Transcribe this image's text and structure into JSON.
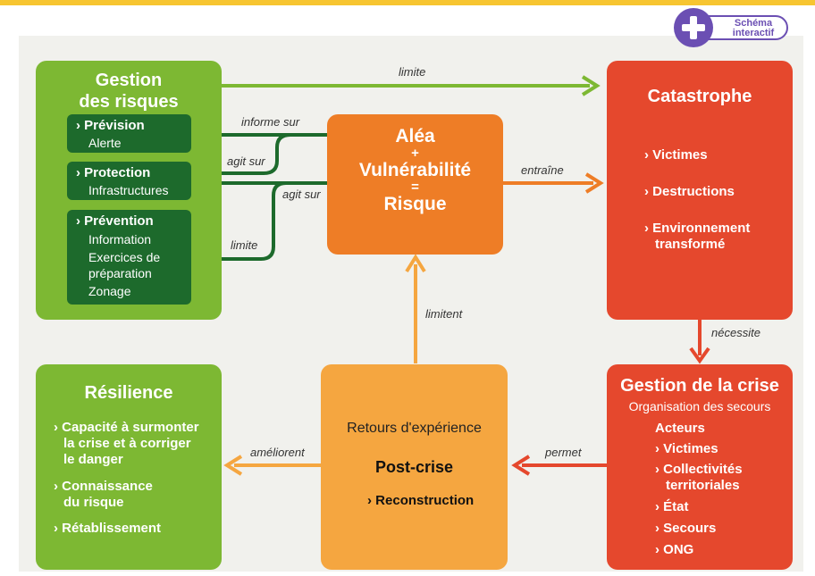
{
  "badge": {
    "line1": "Schéma",
    "line2": "interactif",
    "icon": "plus-icon",
    "color": "#6b4fb3"
  },
  "colors": {
    "green": "#7db833",
    "dark_green": "#1d6a2c",
    "orange": "#ee7d26",
    "red": "#e5482d",
    "amber": "#f5a640"
  },
  "gestion_risques": {
    "title_line1": "Gestion",
    "title_line2": "des risques",
    "prevision": {
      "title": "Prévision",
      "items": [
        "Alerte"
      ]
    },
    "protection": {
      "title": "Protection",
      "items": [
        "Infrastructures"
      ]
    },
    "prevention": {
      "title": "Prévention",
      "items": [
        "Information",
        "Exercices de",
        "préparation",
        "Zonage"
      ]
    }
  },
  "risque": {
    "line1": "Aléa",
    "line2": "+",
    "line3": "Vulnérabilité",
    "line4": "=",
    "line5": "Risque"
  },
  "catastrophe": {
    "title": "Catastrophe",
    "items": [
      "Victimes",
      "Destructions",
      "Environnement",
      "transformé"
    ]
  },
  "gestion_crise": {
    "title": "Gestion de la crise",
    "subtitle": "Organisation des secours",
    "acteurs": "Acteurs",
    "items": [
      "Victimes",
      "Collectivités",
      "territoriales",
      "État",
      "Secours",
      "ONG"
    ]
  },
  "post_crise": {
    "retours": "Retours d'expérience",
    "title": "Post-crise",
    "item": "Reconstruction"
  },
  "resilience": {
    "title": "Résilience",
    "items": [
      "Capacité à surmonter",
      "la crise et à corriger",
      "le danger",
      "Connaissance",
      "du risque",
      "Rétablissement"
    ]
  },
  "labels": {
    "limite_top": "limite",
    "informe_sur": "informe sur",
    "agit_sur_1": "agit sur",
    "agit_sur_2": "agit sur",
    "limite_prev": "limite",
    "entraine": "entraîne",
    "necessite": "nécessite",
    "permet": "permet",
    "limitent": "limitent",
    "ameliorent": "améliorent"
  },
  "bullet": "›"
}
